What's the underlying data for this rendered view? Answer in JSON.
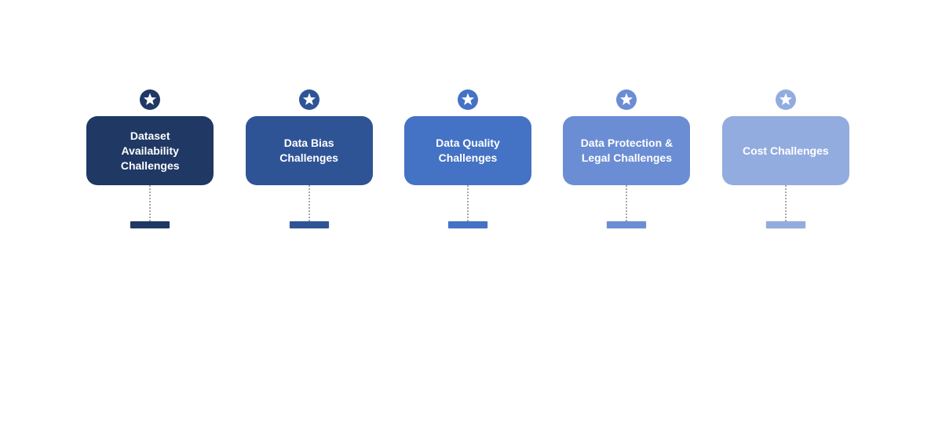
{
  "diagram": {
    "background_color": "#FFFFFF",
    "text_color": "#FFFFFF",
    "connector_color": "#A6A6A6",
    "icon": "star-in-circle-icon",
    "items": [
      {
        "label": "Dataset Availability Challenges",
        "color": "#1F3864"
      },
      {
        "label": "Data Bias Challenges",
        "color": "#2F5496"
      },
      {
        "label": "Data Quality Challenges",
        "color": "#4472C4"
      },
      {
        "label": "Data Protection & Legal Challenges",
        "color": "#6B8DD3"
      },
      {
        "label": "Cost Challenges",
        "color": "#93ACDF"
      }
    ]
  }
}
